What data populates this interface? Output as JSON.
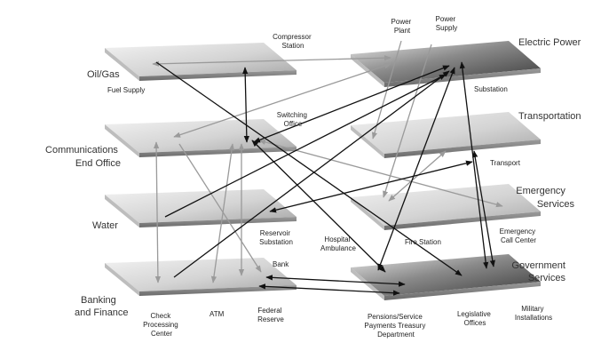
{
  "sectors": {
    "oil_gas": "Oil/Gas",
    "communications": [
      "Communications",
      "End Office"
    ],
    "water": "Water",
    "banking": [
      "Banking",
      "and Finance"
    ],
    "electric_power": "Electric Power",
    "transportation": "Transportation",
    "emergency": [
      "Emergency",
      "Services"
    ],
    "government": [
      "Government",
      "Services"
    ]
  },
  "nodes": {
    "compressor_station": [
      "Compressor",
      "Station"
    ],
    "fuel_supply": "Fuel Supply",
    "power_plant": [
      "Power",
      "Plant"
    ],
    "power_supply": [
      "Power",
      "Supply"
    ],
    "substation": "Substation",
    "switching_office": [
      "Switching",
      "Office"
    ],
    "transport": "Transport",
    "reservoir_substation": [
      "Reservoir",
      "Substation"
    ],
    "hospital_ambulance": [
      "Hospital",
      "Ambulance"
    ],
    "fire_station": "Fire Station",
    "emergency_call_center": [
      "Emergency",
      "Call Center"
    ],
    "bank": "Bank",
    "check_processing_center": [
      "Check",
      "Processing",
      "Center"
    ],
    "atm": "ATM",
    "federal_reserve": [
      "Federal",
      "Reserve"
    ],
    "pensions_service": [
      "Pensions/Service",
      "Payments Treasury",
      "Department"
    ],
    "legislative_offices": [
      "Legislative",
      "Offices"
    ],
    "military_installations": [
      "Military",
      "Installations"
    ]
  }
}
